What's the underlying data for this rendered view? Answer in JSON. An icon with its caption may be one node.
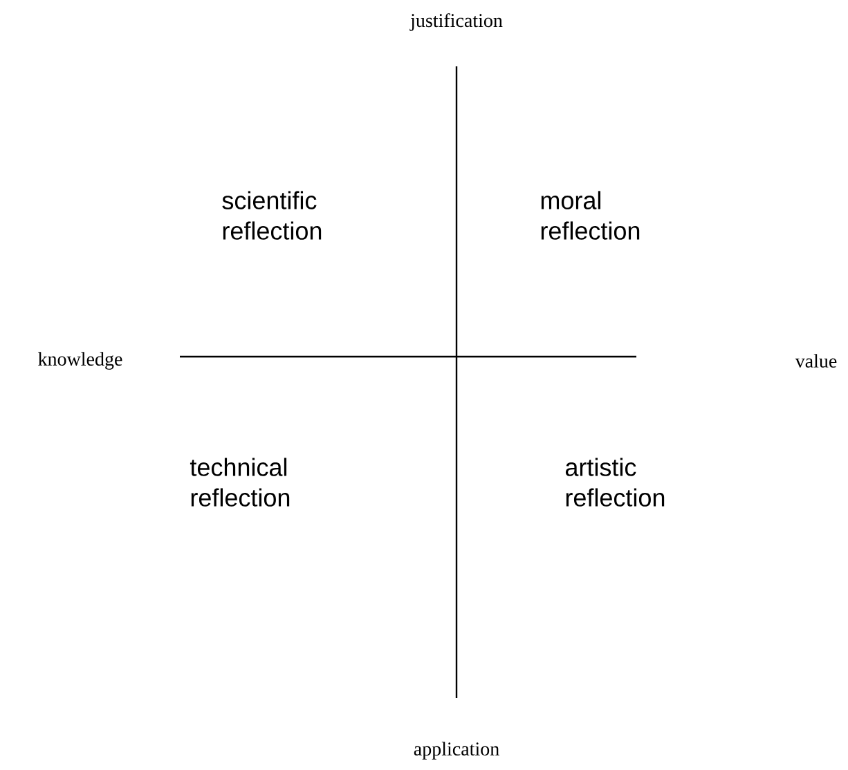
{
  "diagram": {
    "labels": [
      "justification",
      "scientific reflection",
      "moral reflection",
      "knowledge",
      "value",
      "technical reflection",
      "artistic reflection",
      "application"
    ]
  }
}
